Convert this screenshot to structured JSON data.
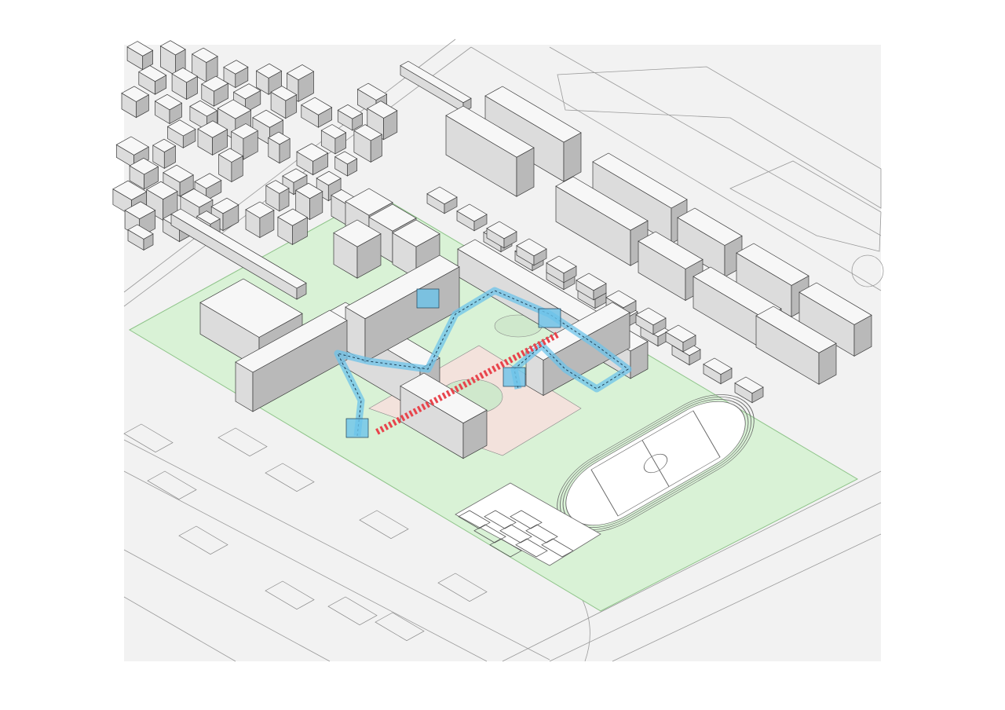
{
  "colors": {
    "background": "#ffffff",
    "ground": "#f2f2f2",
    "site_green": "#d9f2d6",
    "site_outline": "#8fc48a",
    "building_top": "#f7f7f7",
    "building_left": "#dcdcdc",
    "building_right": "#b9b9b9",
    "building_stroke": "#3a3a3a",
    "circulation_blue": "#6cc3ea",
    "axis_red": "#e8444c",
    "courtyard": "#f3e2dc",
    "road_line": "#9a9a9a"
  },
  "diagram": {
    "type": "axonometric site diagram",
    "highlights": [
      "circulation-loop",
      "central-axis",
      "running-track",
      "basketball-courts"
    ]
  }
}
